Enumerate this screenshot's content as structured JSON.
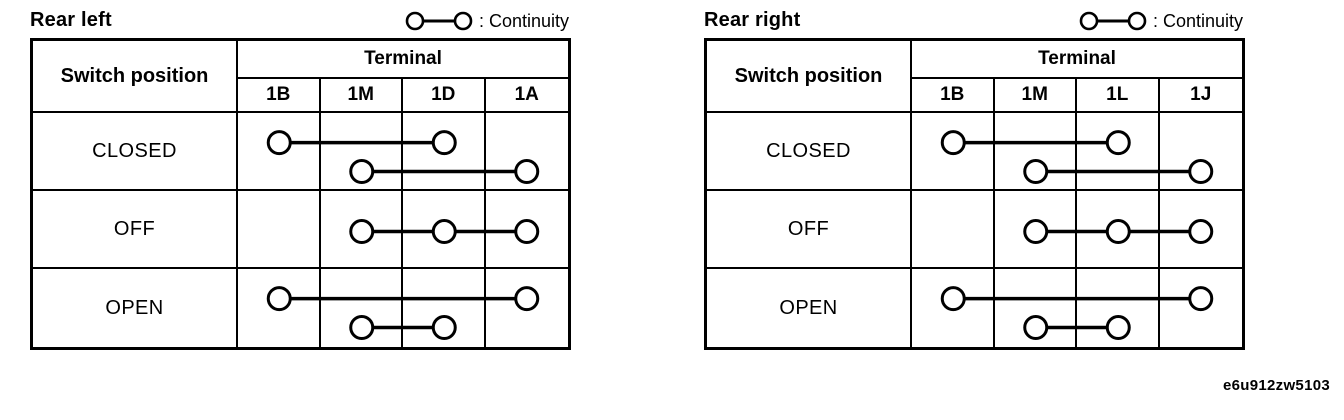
{
  "figure_code": "e6u912zw5103",
  "legend": {
    "symbol_icon": "circle-line-circle",
    "label": ": Continuity"
  },
  "colors": {
    "ink": "#000000",
    "paper": "#ffffff"
  },
  "tables": [
    {
      "title": "Rear left",
      "switch_position_header": "Switch position",
      "terminal_header": "Terminal",
      "terminals": [
        "1B",
        "1M",
        "1D",
        "1A"
      ],
      "rows": [
        {
          "position": "CLOSED",
          "links": [
            {
              "terminals": [
                "1B",
                "1D"
              ],
              "level": "top"
            },
            {
              "terminals": [
                "1M",
                "1A"
              ],
              "level": "bottom"
            }
          ]
        },
        {
          "position": "OFF",
          "links": [
            {
              "terminals": [
                "1M",
                "1D",
                "1A"
              ],
              "level": "center"
            }
          ]
        },
        {
          "position": "OPEN",
          "links": [
            {
              "terminals": [
                "1B",
                "1A"
              ],
              "level": "top"
            },
            {
              "terminals": [
                "1M",
                "1D"
              ],
              "level": "bottom"
            }
          ]
        }
      ]
    },
    {
      "title": "Rear right",
      "switch_position_header": "Switch position",
      "terminal_header": "Terminal",
      "terminals": [
        "1B",
        "1M",
        "1L",
        "1J"
      ],
      "rows": [
        {
          "position": "CLOSED",
          "links": [
            {
              "terminals": [
                "1B",
                "1L"
              ],
              "level": "top"
            },
            {
              "terminals": [
                "1M",
                "1J"
              ],
              "level": "bottom"
            }
          ]
        },
        {
          "position": "OFF",
          "links": [
            {
              "terminals": [
                "1M",
                "1L",
                "1J"
              ],
              "level": "center"
            }
          ]
        },
        {
          "position": "OPEN",
          "links": [
            {
              "terminals": [
                "1B",
                "1J"
              ],
              "level": "top"
            },
            {
              "terminals": [
                "1M",
                "1L"
              ],
              "level": "bottom"
            }
          ]
        }
      ]
    }
  ]
}
